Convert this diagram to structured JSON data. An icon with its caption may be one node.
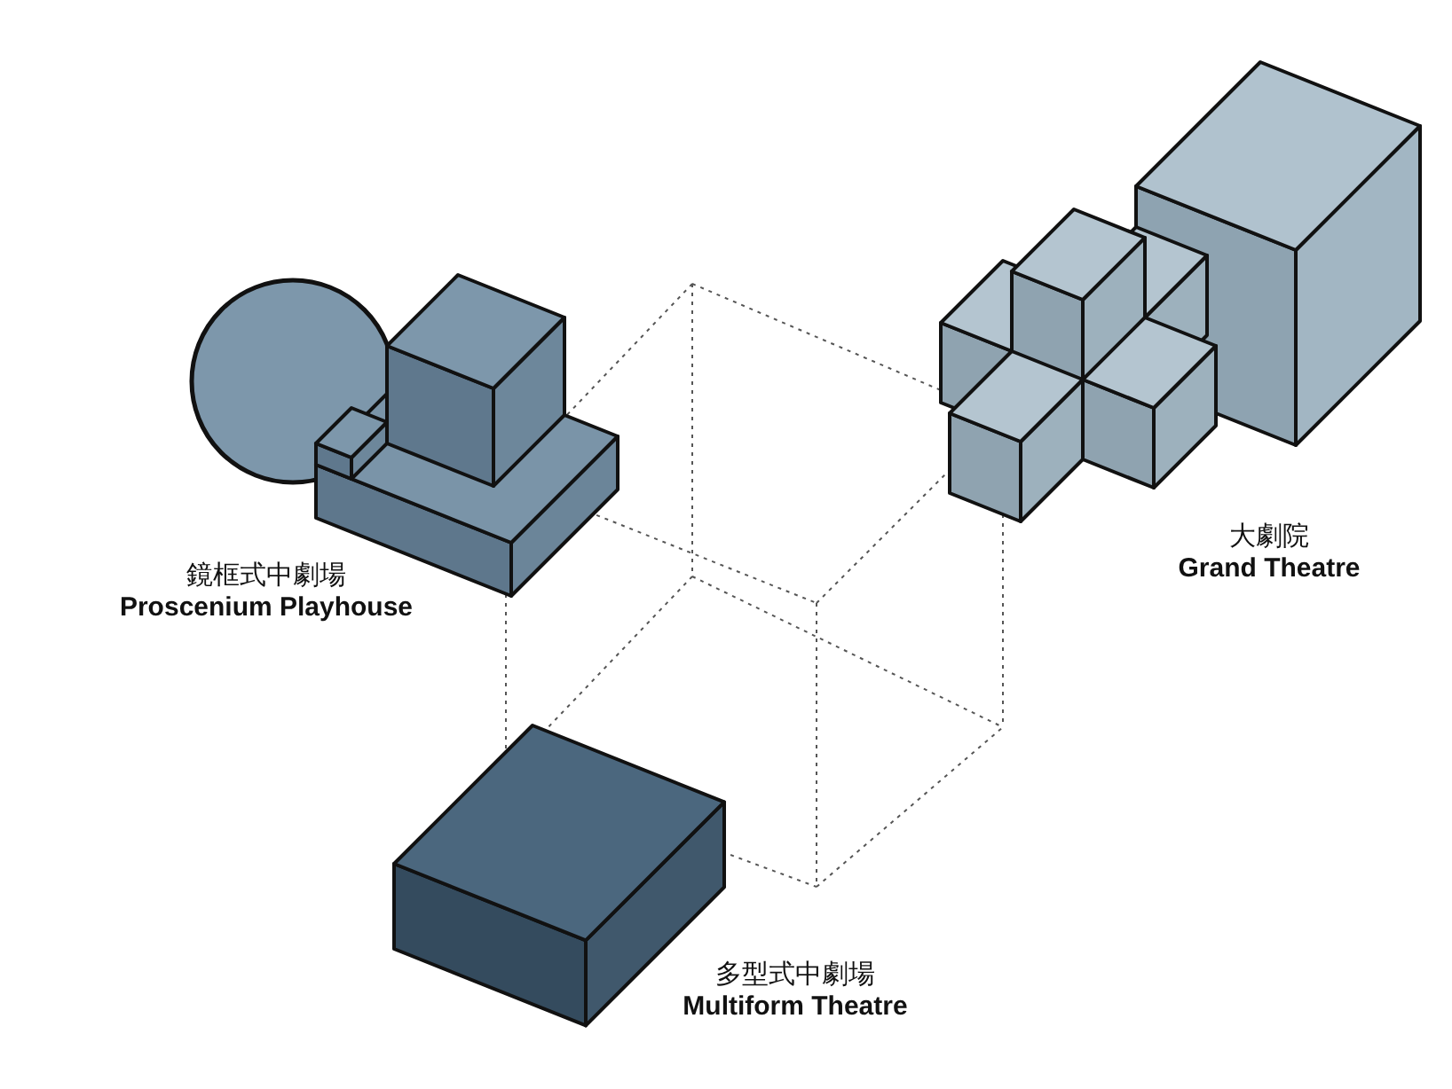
{
  "diagram": {
    "nodes": [
      {
        "text": [
          "鏡框式中劇場",
          "Proscenium Playhouse"
        ]
      },
      {
        "text": [
          "大劇院",
          "Grand Theatre"
        ]
      },
      {
        "text": [
          "多型式中劇場",
          "Multiform Theatre"
        ]
      }
    ],
    "edges": []
  }
}
